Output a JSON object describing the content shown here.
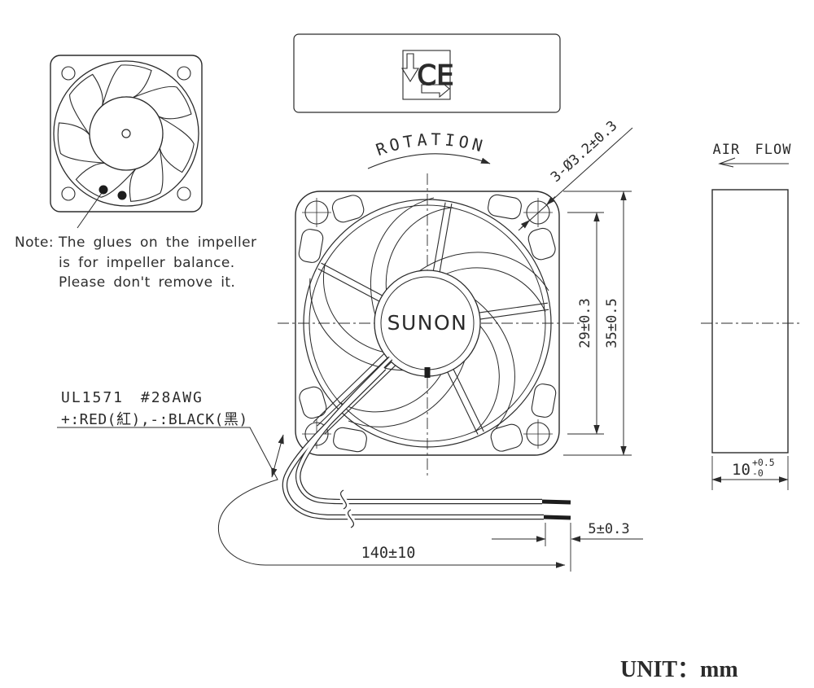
{
  "note": {
    "title": "Note:",
    "line1": "The glues on the impeller",
    "line2": "is for impeller balance.",
    "line3": "Please don't remove it."
  },
  "wire_spec": {
    "line1": "UL1571 #28AWG",
    "line2": "+:RED(紅),-:BLACK(黑)"
  },
  "labels": {
    "rotation": "ROTATION",
    "airflow": "AIR FLOW",
    "brand": "SUNON",
    "ce": "CE",
    "unit": "UNIT：mm"
  },
  "dimensions": {
    "mounting_holes": "3-Ø3.2±0.3",
    "hole_pitch": "29±0.3",
    "frame_size": "35±0.5",
    "thickness": "10",
    "thickness_tol_plus": "+0.5",
    "thickness_tol_minus": "-0",
    "strip_length": "5±0.3",
    "lead_length": "140±10"
  },
  "colors": {
    "line": "#2b2b2b",
    "background": "#ffffff"
  }
}
